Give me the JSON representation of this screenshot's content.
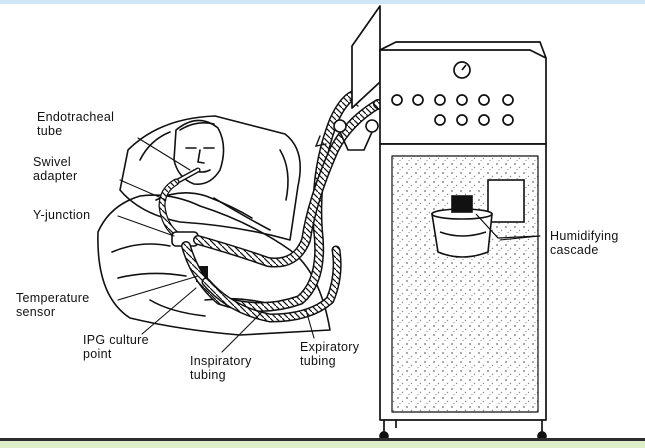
{
  "colors": {
    "ink": "#111111",
    "frame_top": "#cfe6f7",
    "frame_bottom": "#dcefc9",
    "cabinet_shading": "#8a8a8a"
  },
  "labels": {
    "endotracheal_tube": [
      "Endotracheal",
      "tube"
    ],
    "swivel_adapter": [
      "Swivel",
      "adapter"
    ],
    "y_junction": [
      "Y-junction"
    ],
    "temperature_sensor": [
      "Temperature",
      "sensor"
    ],
    "ipg_culture_point": [
      "IPG culture",
      "point"
    ],
    "inspiratory_tubing": [
      "Inspiratory",
      "tubing"
    ],
    "expiratory_tubing": [
      "Expiratory",
      "tubing"
    ],
    "humidifying_cascade": [
      "Humidifying",
      "cascade"
    ]
  }
}
